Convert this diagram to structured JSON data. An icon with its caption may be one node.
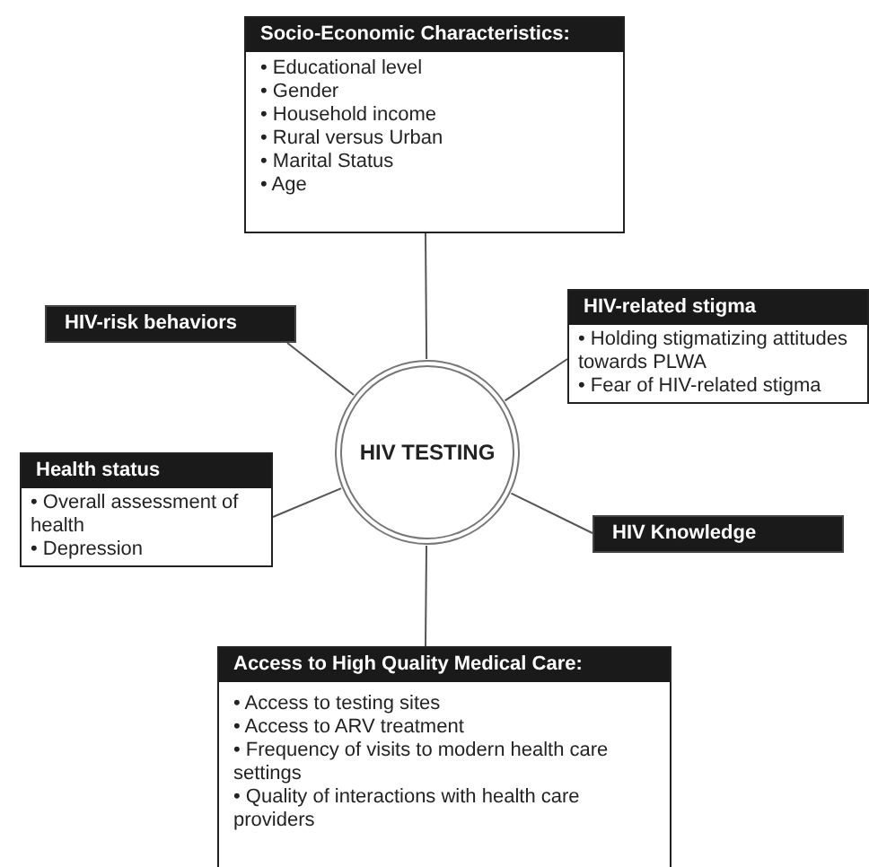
{
  "diagram": {
    "nodes": [
      {
        "text": [
          "HIV TESTING"
        ]
      },
      {
        "text": [
          "Socio-Economic Characteristics:",
          "• Educational level",
          "• Gender",
          "• Household income",
          "• Rural versus Urban",
          "• Marital Status",
          "• Age"
        ]
      },
      {
        "text": [
          "HIV-risk behaviors"
        ]
      },
      {
        "text": [
          "HIV-related stigma",
          "• Holding stigmatizing attitudes towards PLWA",
          "• Fear of HIV-related stigma"
        ]
      },
      {
        "text": [
          "Health status",
          "• Overall assessment of health",
          "• Depression"
        ]
      },
      {
        "text": [
          "HIV Knowledge"
        ]
      },
      {
        "text": [
          "Access to High Quality Medical Care:",
          "• Access to testing sites",
          "• Access to ARV treatment",
          "• Frequency of visits to modern health care settings",
          "• Quality of interactions with health care providers"
        ]
      }
    ],
    "edges": [
      {
        "from": 1,
        "to": 0,
        "arrow": "none"
      },
      {
        "from": 2,
        "to": 0,
        "arrow": "none"
      },
      {
        "from": 3,
        "to": 0,
        "arrow": "none"
      },
      {
        "from": 4,
        "to": 0,
        "arrow": "none"
      },
      {
        "from": 5,
        "to": 0,
        "arrow": "none"
      },
      {
        "from": 6,
        "to": 0,
        "arrow": "none"
      }
    ]
  }
}
